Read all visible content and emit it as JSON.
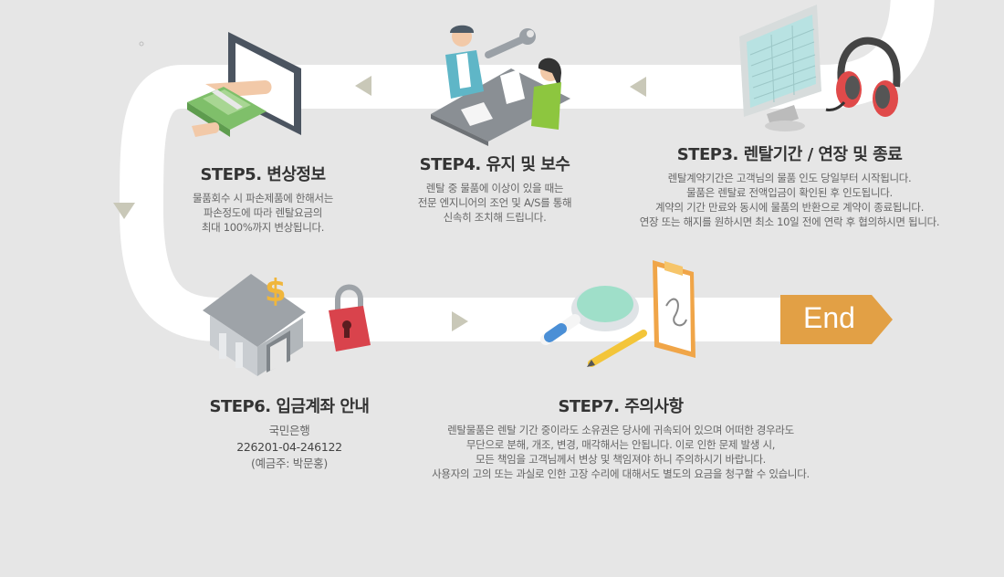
{
  "steps": {
    "step3": {
      "title": "STEP3. 렌탈기간 / 연장 및 종료",
      "lines": [
        "렌탈계약기간은 고객님의 물품 인도 당일부터 시작됩니다.",
        "물품은 렌탈료 전액입금이 확인된 후 인도됩니다.",
        "계약의 기간 만료와 동시에 물품의 반환으로 계약이 종료됩니다.",
        "연장 또는 해지를 원하시면 최소 10일 전에 연락 후 협의하시면 됩니다."
      ]
    },
    "step4": {
      "title": "STEP4. 유지 및 보수",
      "lines": [
        "렌탈 중 물품에 이상이 있을 때는",
        "전문 엔지니어의 조언 및 A/S를 통해",
        "신속히 조치해 드립니다."
      ]
    },
    "step5": {
      "title": "STEP5. 변상정보",
      "lines": [
        "물품회수 시 파손제품에 한해서는",
        "파손정도에 따라 렌탈요금의",
        "최대 100%까지 변상됩니다."
      ]
    },
    "step6": {
      "title": "STEP6. 입금계좌 안내",
      "lines": [
        "국민은행",
        "226201-04-246122",
        "(예금주: 박문홍)"
      ]
    },
    "step7": {
      "title": "STEP7. 주의사항",
      "lines": [
        "렌탈물품은 렌탈 기간 중이라도 소유권은 당사에 귀속되어 있으며 어떠한 경우라도",
        "무단으로 분해, 개조, 변경, 매각해서는 안됩니다. 이로 인한 문제 발생 시,",
        "모든 책임을 고객님께서 변상 및 책임져야 하니 주의하시기 바랍니다.",
        "사용자의 고의 또는 과실로 인한 고장 수리에 대해서도 별도의 요금을 청구할 수 있습니다."
      ]
    }
  },
  "end_label": "End",
  "icons": {
    "step3": "monitor-headset-icon",
    "step4": "service-desk-wrench-icon",
    "step5": "money-computer-icon",
    "step6": "bank-lock-icon",
    "step7": "magnifier-clipboard-icon"
  },
  "colors": {
    "background": "#e6e6e6",
    "path": "#ffffff",
    "arrow": "#c9c8b8",
    "end_badge": "#e2a045",
    "title": "#333333",
    "text": "#666666"
  }
}
